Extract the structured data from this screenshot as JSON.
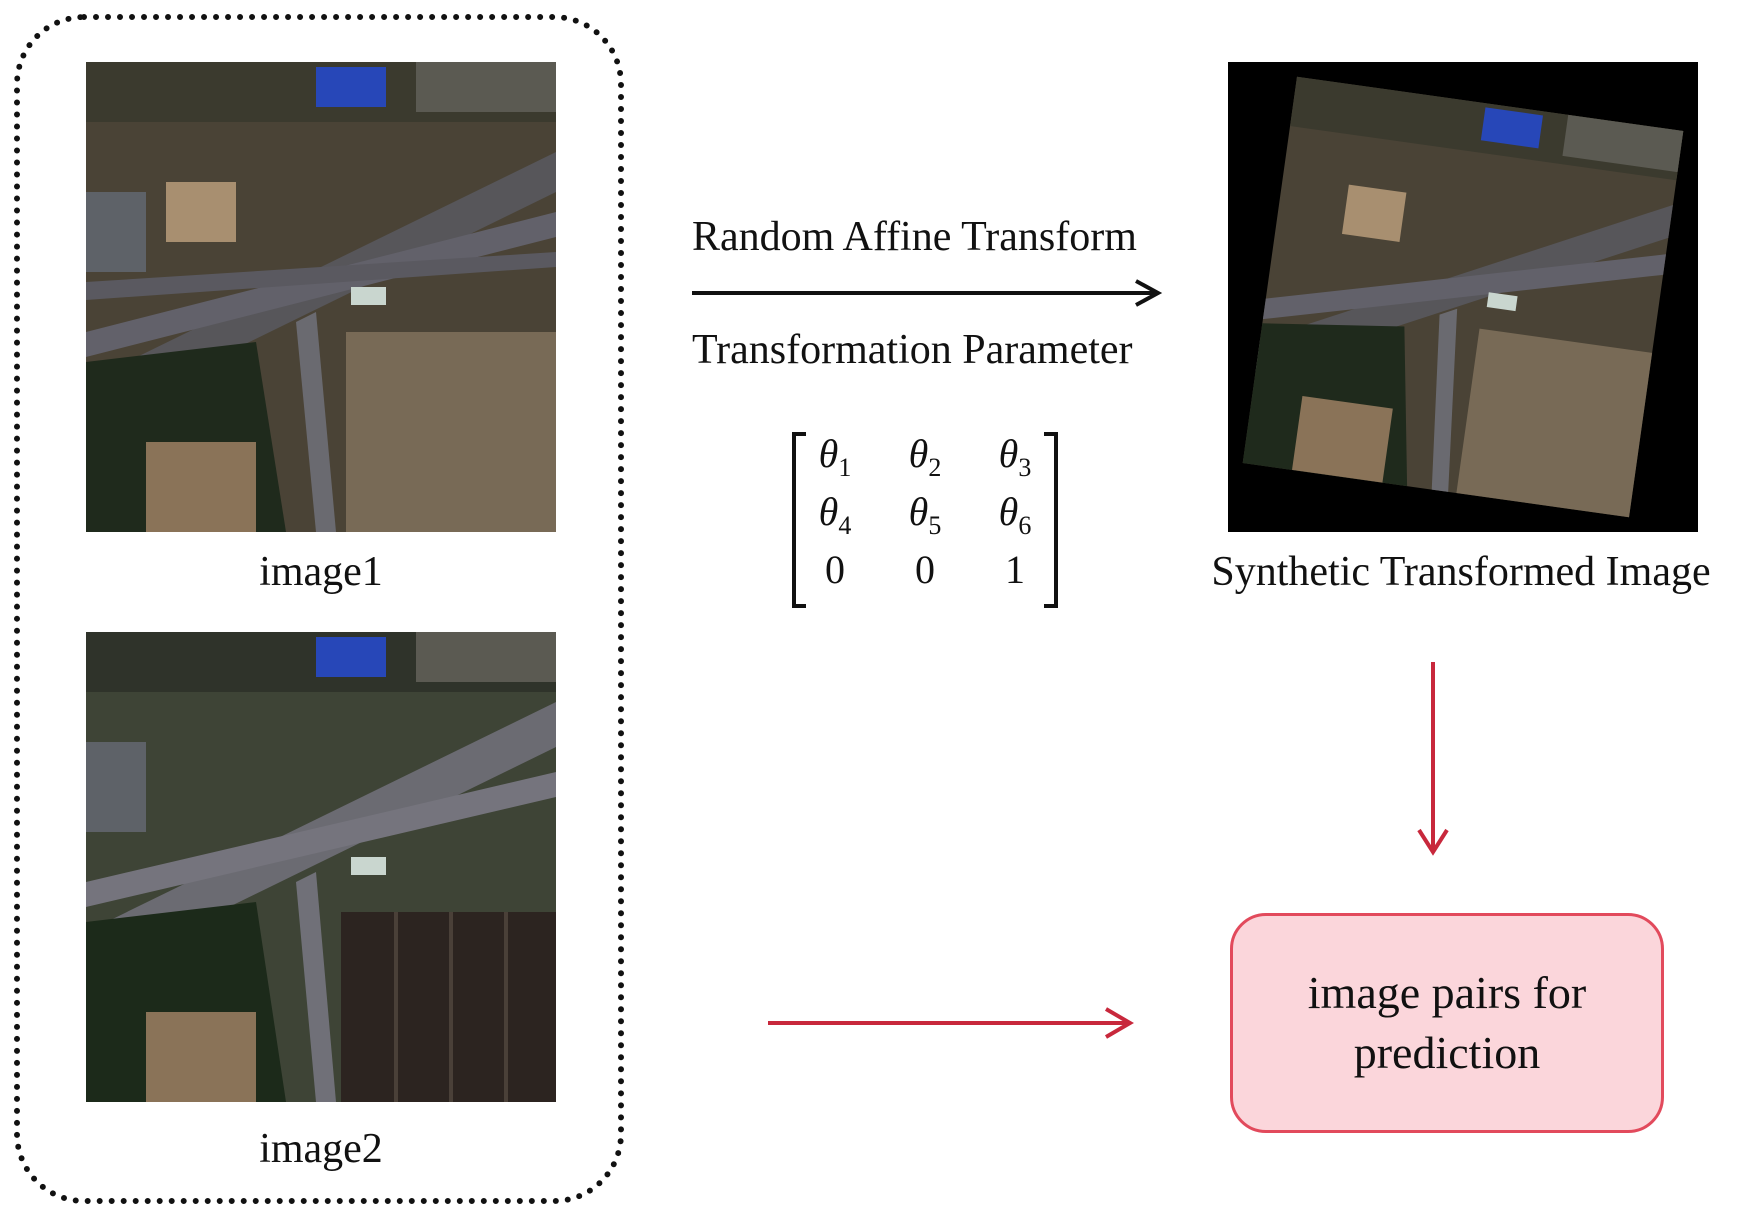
{
  "left_group": {
    "image1_caption": "image1",
    "image2_caption": "image2"
  },
  "transform": {
    "title": "Random Affine Transform",
    "subtitle": "Transformation Parameter",
    "matrix": [
      [
        "θ",
        "1",
        "θ",
        "2",
        "θ",
        "3"
      ],
      [
        "θ",
        "4",
        "θ",
        "5",
        "θ",
        "6"
      ],
      [
        "0",
        "",
        "0",
        "",
        "1",
        ""
      ]
    ]
  },
  "synthetic": {
    "caption": "Synthetic Transformed Image"
  },
  "result": {
    "line1": "image pairs for",
    "line2": "prediction"
  },
  "colors": {
    "arrow_black": "#111111",
    "arrow_red": "#c8283c",
    "pill_fill": "#fbd6db",
    "pill_border": "#e24a5c"
  }
}
